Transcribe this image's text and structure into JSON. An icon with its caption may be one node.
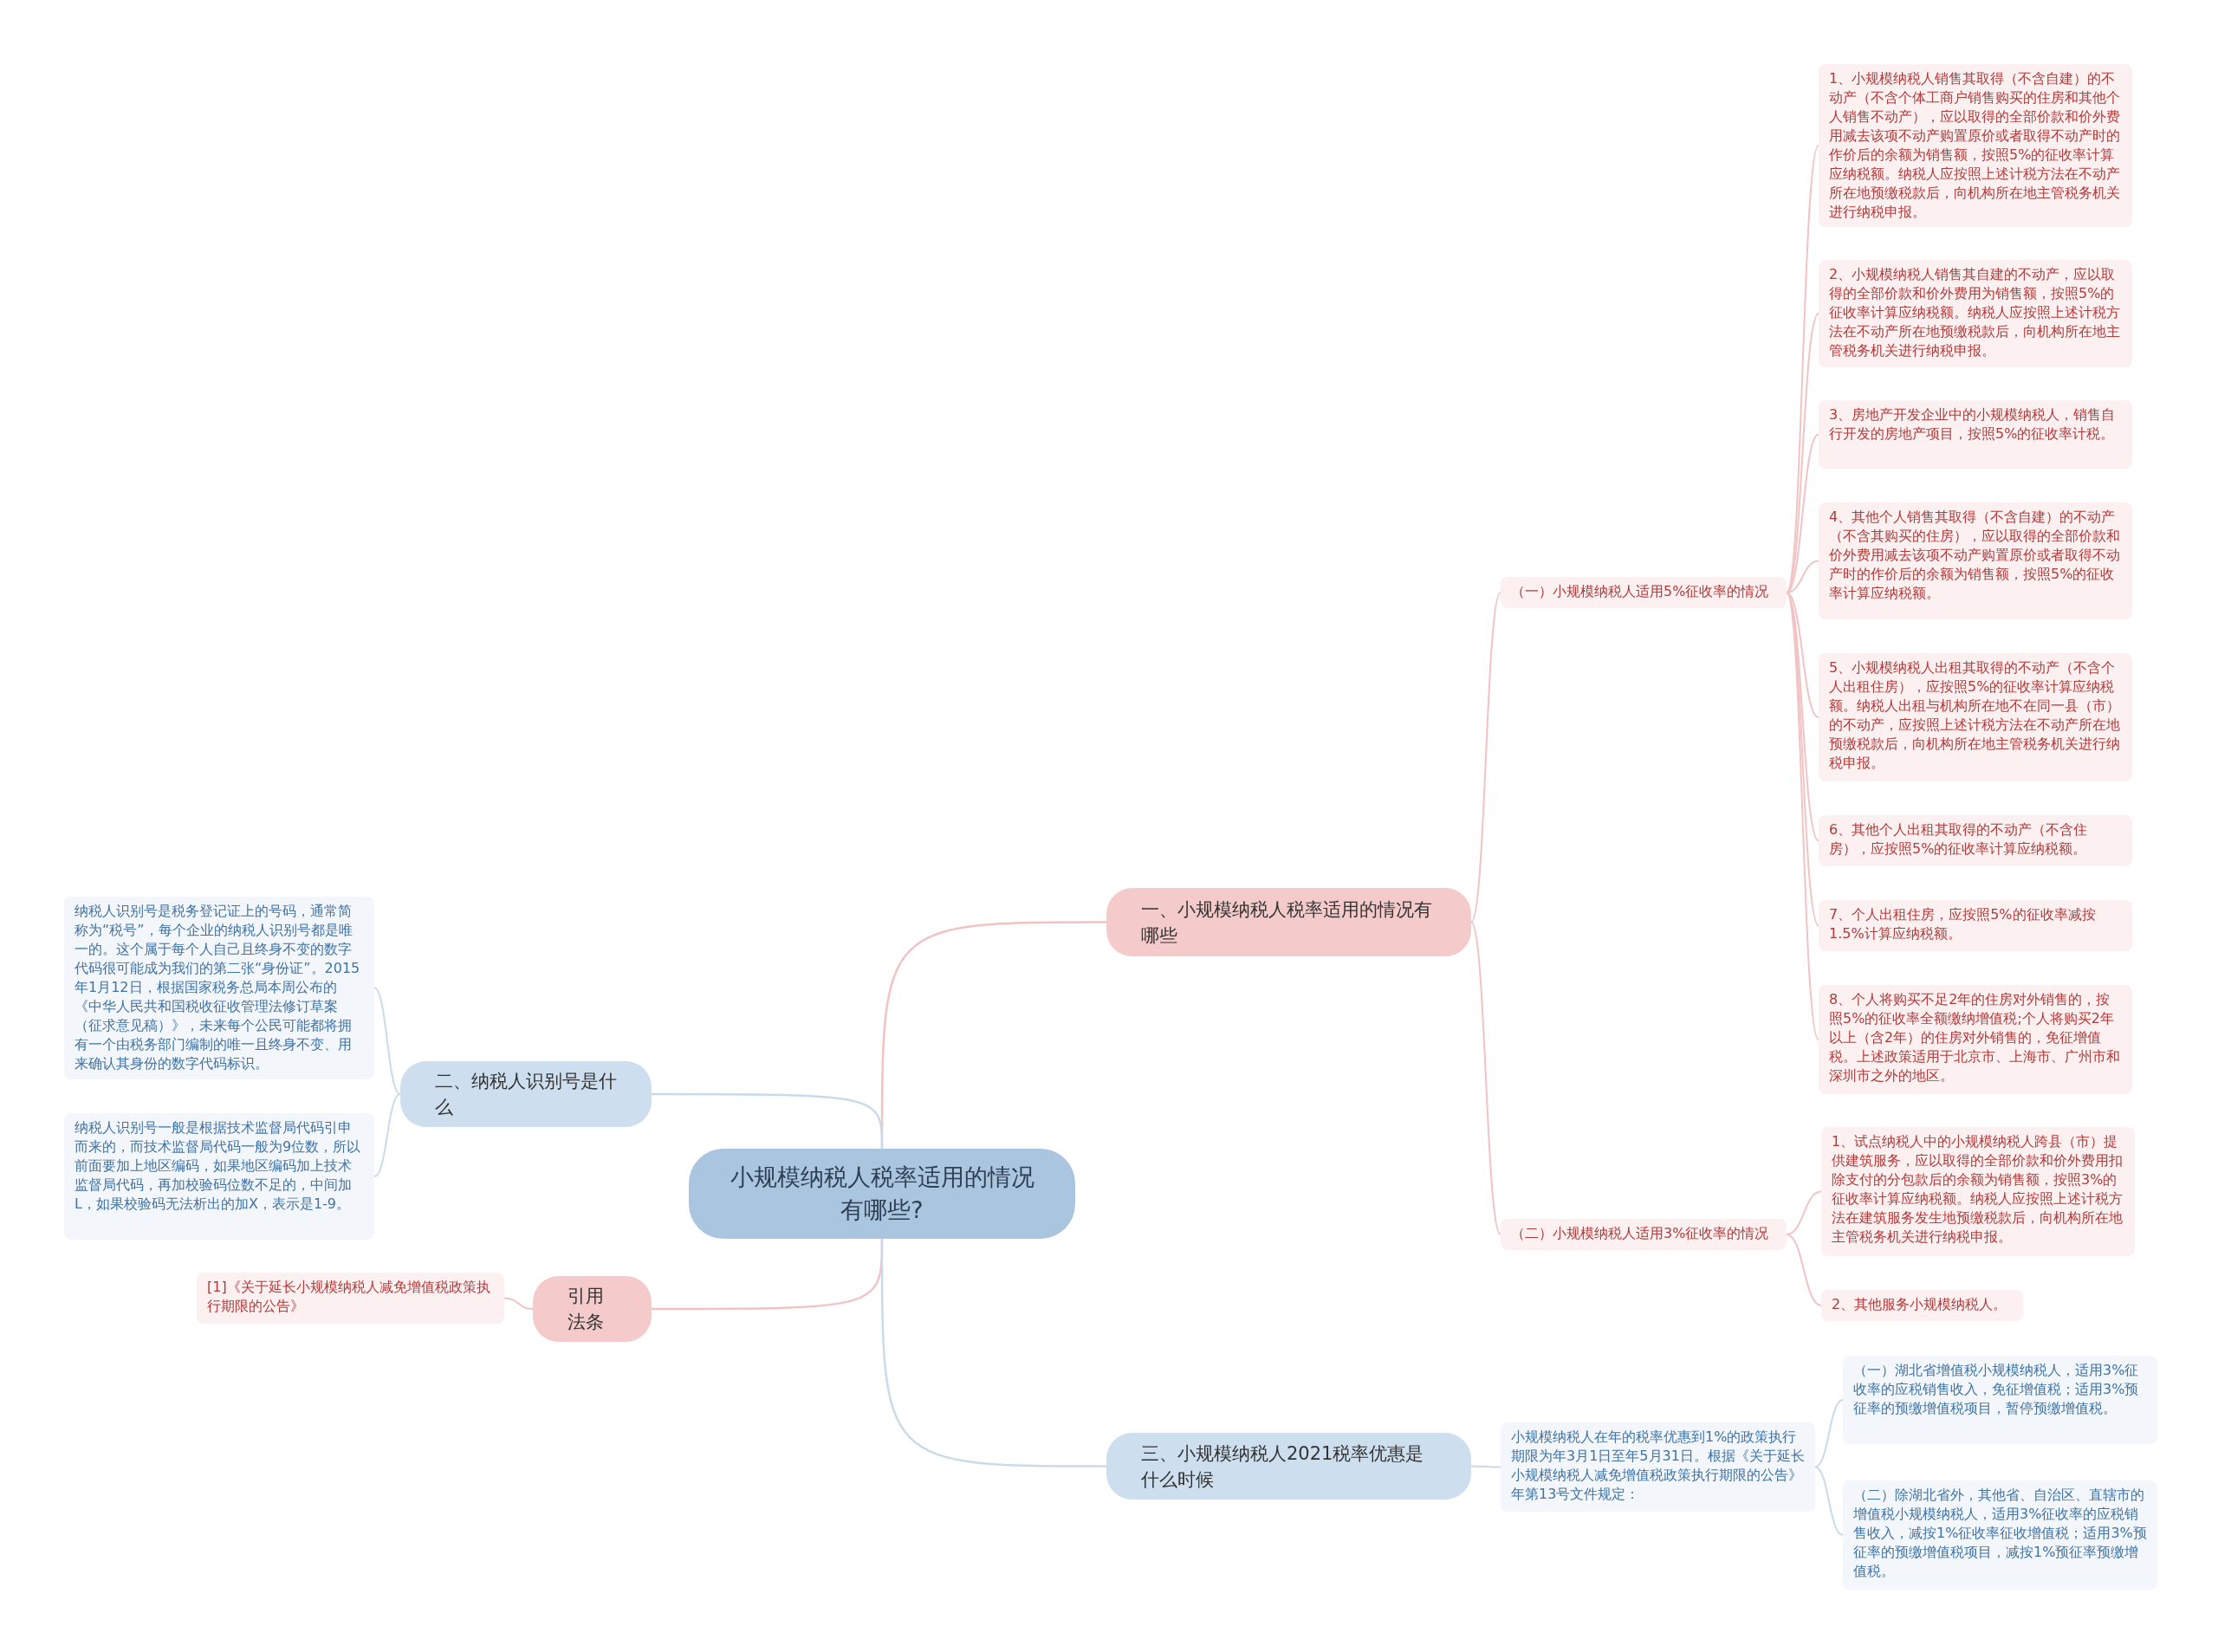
{
  "diagram": {
    "nodes": [
      {
        "text": [
          "小规模纳税人税率适用的情况有哪些?"
        ]
      },
      {
        "text": [
          "一、小规模纳税人税率适用的情况有哪些"
        ]
      },
      {
        "text": [
          "（一）小规模纳税人适用5%征收率的情况"
        ]
      },
      {
        "text": [
          "1、小规模纳税人销售其取得（不含自建）的不动产（不含个体工商户销售购买的住房和其他个人销售不动产），应以取得的全部价款和价外费用减去该项不动产购置原价或者取得不动产时的作价后的余额为销售额，按照5%的征收率计算应纳税额。纳税人应按照上述计税方法在不动产所在地预缴税款后，向机构所在地主管税务机关进行纳税申报。"
        ]
      },
      {
        "text": [
          "2、小规模纳税人销售其自建的不动产，应以取得的全部价款和价外费用为销售额，按照5%的征收率计算应纳税额。纳税人应按照上述计税方法在不动产所在地预缴税款后，向机构所在地主管税务机关进行纳税申报。"
        ]
      },
      {
        "text": [
          "3、房地产开发企业中的小规模纳税人，销售自行开发的房地产项目，按照5%的征收率计税。"
        ]
      },
      {
        "text": [
          "4、其他个人销售其取得（不含自建）的不动产（不含其购买的住房），应以取得的全部价款和价外费用减去该项不动产购置原价或者取得不动产时的作价后的余额为销售额，按照5%的征收率计算应纳税额。"
        ]
      },
      {
        "text": [
          "5、小规模纳税人出租其取得的不动产（不含个人出租住房），应按照5%的征收率计算应纳税额。纳税人出租与机构所在地不在同一县（市）的不动产，应按照上述计税方法在不动产所在地预缴税款后，向机构所在地主管税务机关进行纳税申报。"
        ]
      },
      {
        "text": [
          "6、其他个人出租其取得的不动产（不含住房），应按照5%的征收率计算应纳税额。"
        ]
      },
      {
        "text": [
          "7、个人出租住房，应按照5%的征收率减按1.5%计算应纳税额。"
        ]
      },
      {
        "text": [
          "8、个人将购买不足2年的住房对外销售的，按照5%的征收率全额缴纳增值税;个人将购买2年以上（含2年）的住房对外销售的，免征增值税。上述政策适用于北京市、上海市、广州市和深圳市之外的地区。"
        ]
      },
      {
        "text": [
          "（二）小规模纳税人适用3%征收率的情况"
        ]
      },
      {
        "text": [
          "1、试点纳税人中的小规模纳税人跨县（市）提供建筑服务，应以取得的全部价款和价外费用扣除支付的分包款后的余额为销售额，按照3%的征收率计算应纳税额。纳税人应按照上述计税方法在建筑服务发生地预缴税款后，向机构所在地主管税务机关进行纳税申报。"
        ]
      },
      {
        "text": [
          "2、其他服务小规模纳税人。"
        ]
      },
      {
        "text": [
          "二、纳税人识别号是什么"
        ]
      },
      {
        "text": [
          "纳税人识别号是税务登记证上的号码，通常简称为“税号”，每个企业的纳税人识别号都是唯一的。这个属于每个人自己且终身不变的数字代码很可能成为我们的第二张“身份证”。2015年1月12日，根据国家税务总局本周公布的《中华人民共和国税收征收管理法修订草案（征求意见稿）》，未来每个公民可能都将拥有一个由税务部门编制的唯一且终身不变、用来确认其身份的数字代码标识。"
        ]
      },
      {
        "text": [
          "纳税人识别号一般是根据技术监督局代码引申而来的，而技术监督局代码一般为9位数，所以前面要加上地区编码，如果地区编码加上技术监督局代码，再加校验码位数不足的，中间加L，如果校验码无法析出的加X，表示是1-9。"
        ]
      },
      {
        "text": [
          "引用法条"
        ]
      },
      {
        "text": [
          "[1]《关于延长小规模纳税人减免增值税政策执行期限的公告》"
        ]
      },
      {
        "text": [
          "三、小规模纳税人2021税率优惠是什么时候"
        ]
      },
      {
        "text": [
          "小规模纳税人在年的税率优惠到1%的政策执行期限为年3月1日至年5月31日。根据《关于延长小规模纳税人减免增值税政策执行期限的公告》年第13号文件规定："
        ]
      },
      {
        "text": [
          "（一）湖北省增值税小规模纳税人，适用3%征收率的应税销售收入，免征增值税；适用3%预征率的预缴增值税项目，暂停预缴增值税。"
        ]
      },
      {
        "text": [
          "（二）除湖北省外，其他省、自治区、直辖市的增值税小规模纳税人，适用3%征收率的应税销售收入，减按1%征收率征收增值税；适用3%预征率的预缴增值税项目，减按1%预征率预缴增值税。"
        ]
      }
    ],
    "edges": [
      {
        "from": 0,
        "to": 1,
        "arrow": "none"
      },
      {
        "from": 1,
        "to": 2,
        "arrow": "none"
      },
      {
        "from": 2,
        "to": 3,
        "arrow": "none"
      },
      {
        "from": 2,
        "to": 4,
        "arrow": "none"
      },
      {
        "from": 2,
        "to": 5,
        "arrow": "none"
      },
      {
        "from": 2,
        "to": 6,
        "arrow": "none"
      },
      {
        "from": 2,
        "to": 7,
        "arrow": "none"
      },
      {
        "from": 2,
        "to": 8,
        "arrow": "none"
      },
      {
        "from": 2,
        "to": 9,
        "arrow": "none"
      },
      {
        "from": 2,
        "to": 10,
        "arrow": "none"
      },
      {
        "from": 1,
        "to": 11,
        "arrow": "none"
      },
      {
        "from": 11,
        "to": 12,
        "arrow": "none"
      },
      {
        "from": 11,
        "to": 13,
        "arrow": "none"
      },
      {
        "from": 0,
        "to": 14,
        "arrow": "none",
        "color": "#c9dbeb"
      },
      {
        "from": 14,
        "to": 15,
        "arrow": "none",
        "color": "#c9dbeb"
      },
      {
        "from": 14,
        "to": 16,
        "arrow": "none",
        "color": "#c9dbeb"
      },
      {
        "from": 0,
        "to": 17,
        "arrow": "none"
      },
      {
        "from": 17,
        "to": 18,
        "arrow": "none"
      },
      {
        "from": 0,
        "to": 19,
        "arrow": "none",
        "color": "#c9dbeb"
      },
      {
        "from": 19,
        "to": 20,
        "arrow": "none",
        "color": "#c9dbeb"
      },
      {
        "from": 20,
        "to": 21,
        "arrow": "none",
        "color": "#c9dbeb"
      },
      {
        "from": 20,
        "to": 22,
        "arrow": "none",
        "color": "#c9dbeb"
      }
    ]
  }
}
